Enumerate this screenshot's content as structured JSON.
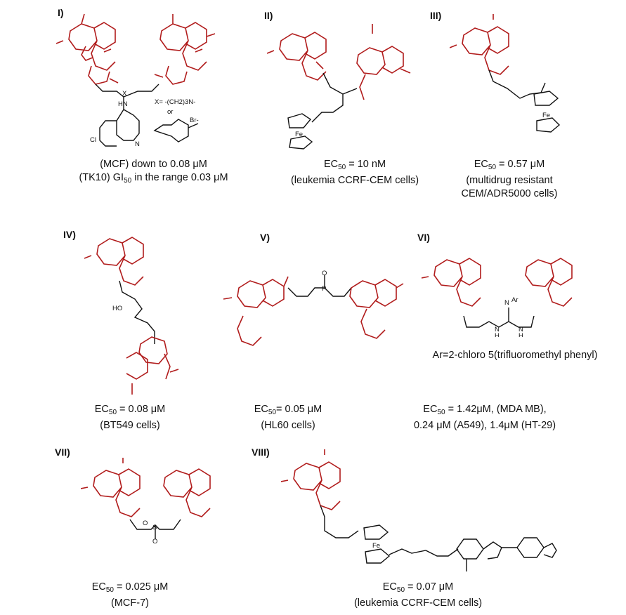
{
  "colors": {
    "scaffold": "#b11c1c",
    "linker": "#111111",
    "background": "#ffffff"
  },
  "panels": [
    {
      "roman": "I)",
      "substituent_text": "X=  -(CH2)3N-",
      "substituent_or": "or",
      "counterion": "Br-",
      "linker_atoms": [
        "X",
        "HN",
        "Cl",
        "N"
      ],
      "caption": [
        "(MCF) down to 0.08 μM",
        "(TK10) GI50 in the range 0.03 μM"
      ]
    },
    {
      "roman": "II)",
      "linker_atoms": [
        "Fe"
      ],
      "caption": [
        "EC50 = 10 nM",
        "(leukemia CCRF-CEM cells)"
      ]
    },
    {
      "roman": "III)",
      "linker_atoms": [
        "Fe"
      ],
      "caption": [
        "EC50 = 0.57 μM",
        "(multidrug resistant",
        "CEM/ADR5000 cells)"
      ]
    },
    {
      "roman": "IV)",
      "linker_atoms": [
        "HO"
      ],
      "caption": [
        "EC50 = 0.08 μM",
        "(BT549 cells)"
      ]
    },
    {
      "roman": "V)",
      "linker_atoms": [
        "P",
        "O"
      ],
      "caption": [
        "EC50= 0.05 μM",
        "(HL60 cells)"
      ]
    },
    {
      "roman": "VI)",
      "linker_atoms": [
        "N",
        "Ar",
        "N",
        "H",
        "N",
        "H"
      ],
      "ar_definition": "Ar=2-chloro 5(trifluoromethyl phenyl)",
      "caption": [
        "EC50 =  1.42μM, (MDA MB),",
        "0.24 μM (A549), 1.4μM (HT-29)"
      ]
    },
    {
      "roman": "VII)",
      "linker_atoms": [
        "S",
        "O",
        "O"
      ],
      "caption": [
        "EC50 =  0.025 μM",
        "(MCF-7)"
      ]
    },
    {
      "roman": "VIII)",
      "linker_atoms": [
        "Fe"
      ],
      "caption": [
        "EC50 = 0.07 μM",
        "(leukemia CCRF-CEM cells)"
      ]
    }
  ]
}
